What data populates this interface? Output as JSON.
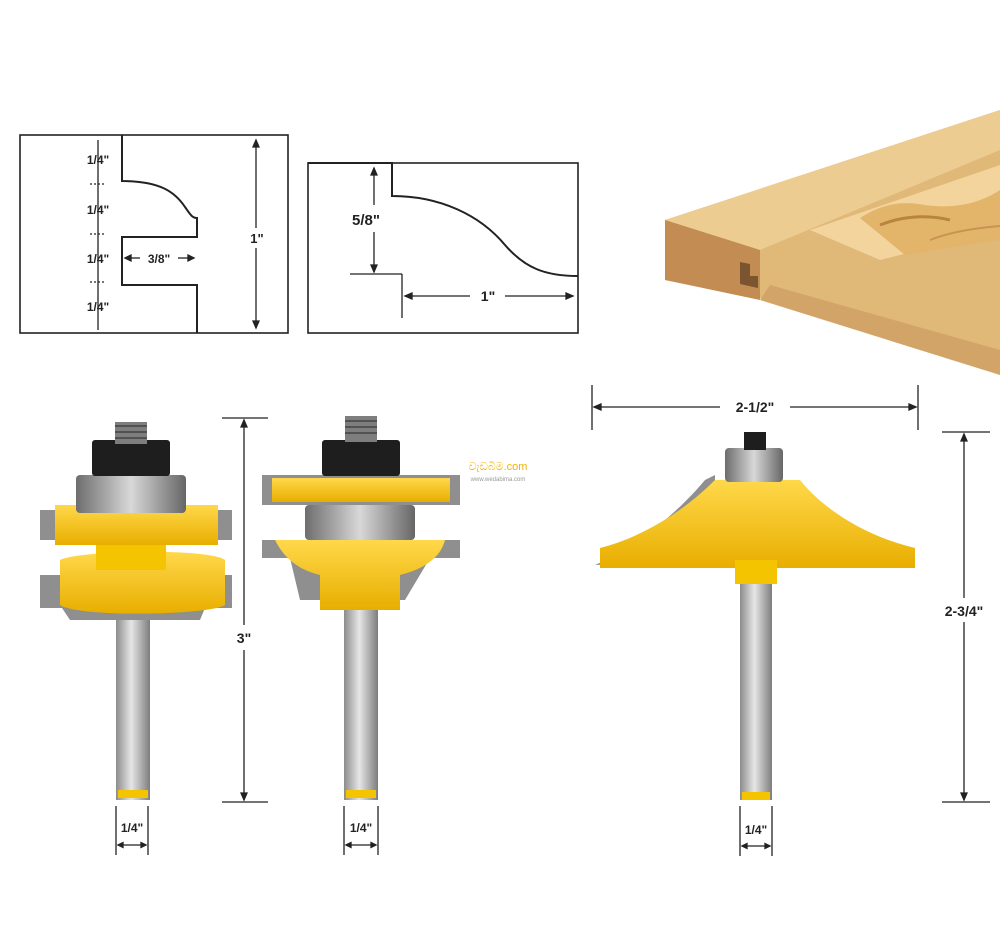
{
  "colors": {
    "cutter_yellow": "#f5c400",
    "cutter_yellow_dark": "#d9a600",
    "carbide_grey": "#8a8a8a",
    "shank_grey": "#b9b9b9",
    "nut_black": "#1e1e1e",
    "wood_light": "#e9c88a",
    "wood_dark": "#c9955a",
    "line": "#222222"
  },
  "profile_left": {
    "segments": [
      "1/4\"",
      "1/4\"",
      "1/4\"",
      "1/4\""
    ],
    "width_label": "3/8\"",
    "height_label": "1\""
  },
  "profile_right": {
    "height_label": "5/8\"",
    "width_label": "1\""
  },
  "bits": {
    "height_label": "3\"",
    "shank_left": "1/4\"",
    "shank_middle": "1/4\"",
    "panel_width": "2-1/2\"",
    "panel_height": "2-3/4\"",
    "shank_right": "1/4\""
  },
  "watermark": {
    "brand": "වැඩබිම.com",
    "url": "www.wedabima.com"
  }
}
